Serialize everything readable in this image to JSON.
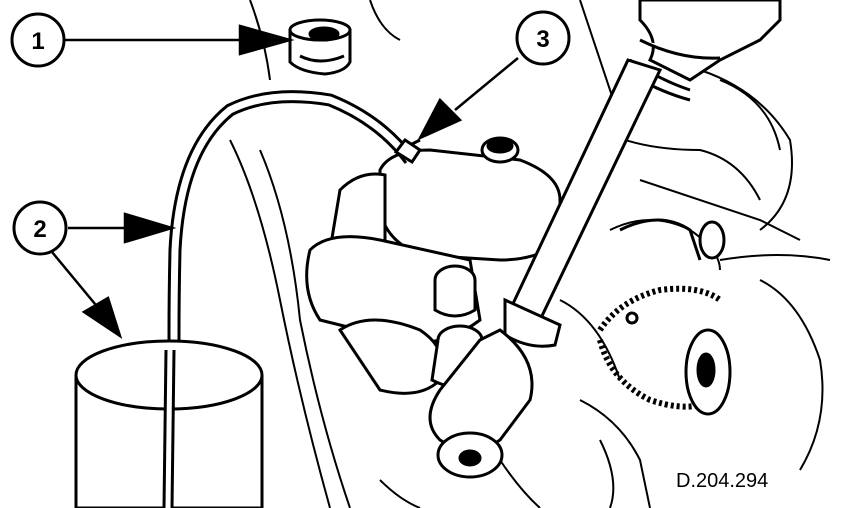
{
  "diagram": {
    "reference_code": "D.204.294",
    "callouts": [
      {
        "number": "1"
      },
      {
        "number": "2"
      },
      {
        "number": "3"
      }
    ],
    "colors": {
      "ink": "#000000",
      "paper": "#ffffff"
    }
  }
}
